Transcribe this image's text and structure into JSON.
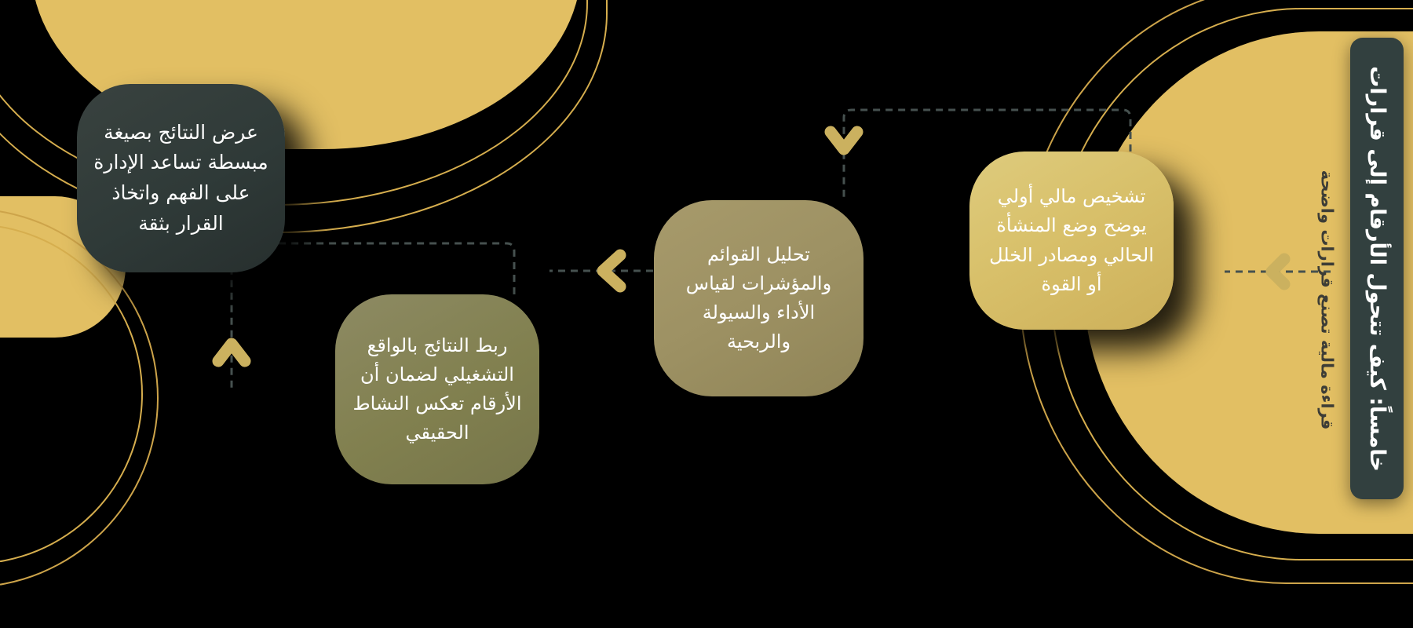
{
  "header": {
    "title": "خامساً: كيف تتحول الأرقام إلى قرارات",
    "subtitle": "قراءة مالية تصنع قرارات واضحة"
  },
  "theme": {
    "background": "#000000",
    "gold": "#e2bf63",
    "gold_line": "#d6ae4e",
    "dark_slate": "#32403f",
    "connector": "#46514f",
    "arrow": "#cbb15f"
  },
  "flow": {
    "direction": "right-to-left",
    "steps": [
      {
        "order": 1,
        "name": "financial-diagnosis",
        "text": "تشخيص مالي أولي يوضح وضع المنشأة الحالي ومصادر الخلل أو القوة",
        "color": "#d8c06a"
      },
      {
        "order": 2,
        "name": "statement-analysis",
        "text": "تحليل القوائم والمؤشرات لقياس الأداء والسيولة والربحية",
        "color": "#9d9163"
      },
      {
        "order": 3,
        "name": "operational-linkage",
        "text": "ربط النتائج بالواقع التشغيلي لضمان أن الأرقام تعكس النشاط الحقيقي",
        "color": "#81804f"
      },
      {
        "order": 4,
        "name": "simplified-reporting",
        "text": "عرض النتائج بصيغة مبسطة تساعد الإدارة على الفهم واتخاذ القرار بثقة",
        "color": "#2f3a38"
      }
    ],
    "connectors": [
      {
        "name": "connector-title-to-step-1",
        "style": "dashed",
        "arrowhead": "chevron-left-icon"
      },
      {
        "name": "connector-step-1-to-step-2",
        "style": "dashed",
        "arrowhead": "chevron-down-icon"
      },
      {
        "name": "connector-step-2-to-step-3",
        "style": "dashed",
        "arrowhead": "chevron-left-icon"
      },
      {
        "name": "connector-step-3-to-step-4",
        "style": "dashed",
        "arrowhead": "chevron-up-icon"
      }
    ]
  }
}
